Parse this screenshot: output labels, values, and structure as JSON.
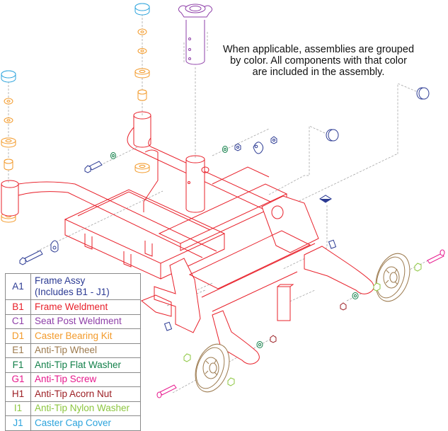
{
  "note": {
    "lines": [
      "When applicable, assemblies are grouped",
      "by color. All components with that color",
      "are included in the assembly."
    ]
  },
  "legend": {
    "rows": [
      {
        "code": "A1",
        "description": [
          "Frame Assy",
          "(Includes B1 - J1)"
        ],
        "color": "#2b3a93"
      },
      {
        "code": "B1",
        "description": [
          "Frame Weldment"
        ],
        "color": "#e8202a"
      },
      {
        "code": "C1",
        "description": [
          "Seat Post Weldment"
        ],
        "color": "#8e3fa8"
      },
      {
        "code": "D1",
        "description": [
          "Caster Bearing Kit"
        ],
        "color": "#f39a2a"
      },
      {
        "code": "E1",
        "description": [
          "Anti-Tip Wheel"
        ],
        "color": "#9c7a4e"
      },
      {
        "code": "F1",
        "description": [
          "Anti-Tip Flat Washer"
        ],
        "color": "#13804a"
      },
      {
        "code": "G1",
        "description": [
          "Anti-Tip Screw"
        ],
        "color": "#e6188c"
      },
      {
        "code": "H1",
        "description": [
          "Anti-Tip Acorn Nut"
        ],
        "color": "#9c1f24"
      },
      {
        "code": "I1",
        "description": [
          "Anti-Tip Nylon Washer"
        ],
        "color": "#8cc63f"
      },
      {
        "code": "J1",
        "description": [
          "Caster Cap Cover"
        ],
        "color": "#2ba3dc"
      }
    ]
  },
  "colors": {
    "assembly": "#2b3a93",
    "frame": "#e8202a",
    "seat_post": "#8e3fa8",
    "bearing": "#f39a2a",
    "wheel": "#9c7a4e",
    "flat_washer": "#13804a",
    "screw": "#e6188c",
    "acorn_nut": "#9c1f24",
    "nylon_washer": "#8cc63f",
    "cap": "#2ba3dc",
    "leader_line": "#9a9a9a"
  }
}
